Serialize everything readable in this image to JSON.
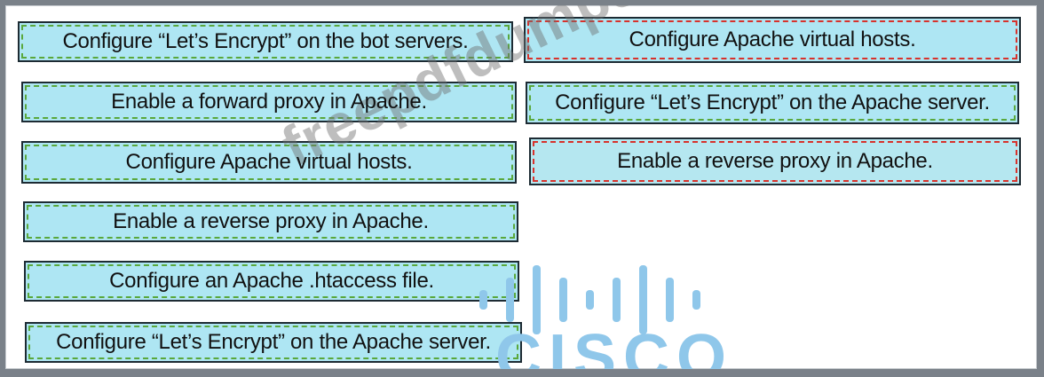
{
  "source_items": [
    "Configure “Let’s Encrypt” on the bot servers.",
    "Enable a forward proxy in Apache.",
    "Configure Apache virtual hosts.",
    "Enable a reverse proxy in Apache.",
    "Configure an Apache .htaccess file.",
    "Configure “Let’s Encrypt” on the Apache server."
  ],
  "target_items": [
    "Configure Apache virtual hosts.",
    "Configure “Let’s Encrypt” on the Apache server.",
    "Enable a reverse proxy in Apache."
  ],
  "watermark": "freepdfdumps.com",
  "logo": {
    "name": "cisco-logo",
    "text": "CISCO",
    "color": "#8fc7ea"
  },
  "colors": {
    "item_bg": "#aee6f3",
    "dash_green": "#5aa83c",
    "dash_red": "#d8322c"
  }
}
